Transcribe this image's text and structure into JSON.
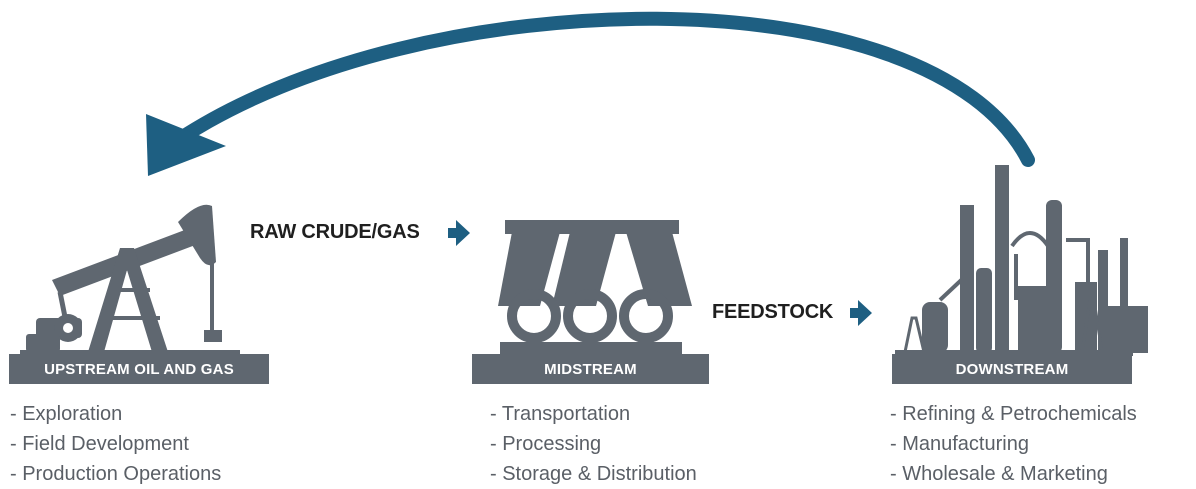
{
  "colors": {
    "icon_gray": "#5f6770",
    "arrow_blue": "#1e5f82",
    "text_dark": "#1f1f1f",
    "text_gray": "#5a5f66"
  },
  "stages": {
    "upstream": {
      "title": "UPSTREAM OIL AND GAS",
      "icon": "oil-pump-jack-icon",
      "items": [
        "- Exploration",
        "- Field Development",
        "- Production Operations"
      ]
    },
    "midstream": {
      "title": "MIDSTREAM",
      "icon": "pipelines-icon",
      "items": [
        "- Transportation",
        "- Processing",
        "- Storage & Distribution"
      ]
    },
    "downstream": {
      "title": "DOWNSTREAM",
      "icon": "refinery-icon",
      "items": [
        "- Refining & Petrochemicals",
        "- Manufacturing",
        "- Wholesale & Marketing"
      ]
    }
  },
  "flows": {
    "upstream_to_midstream": "RAW CRUDE/GAS",
    "midstream_to_downstream": "FEEDSTOCK"
  }
}
